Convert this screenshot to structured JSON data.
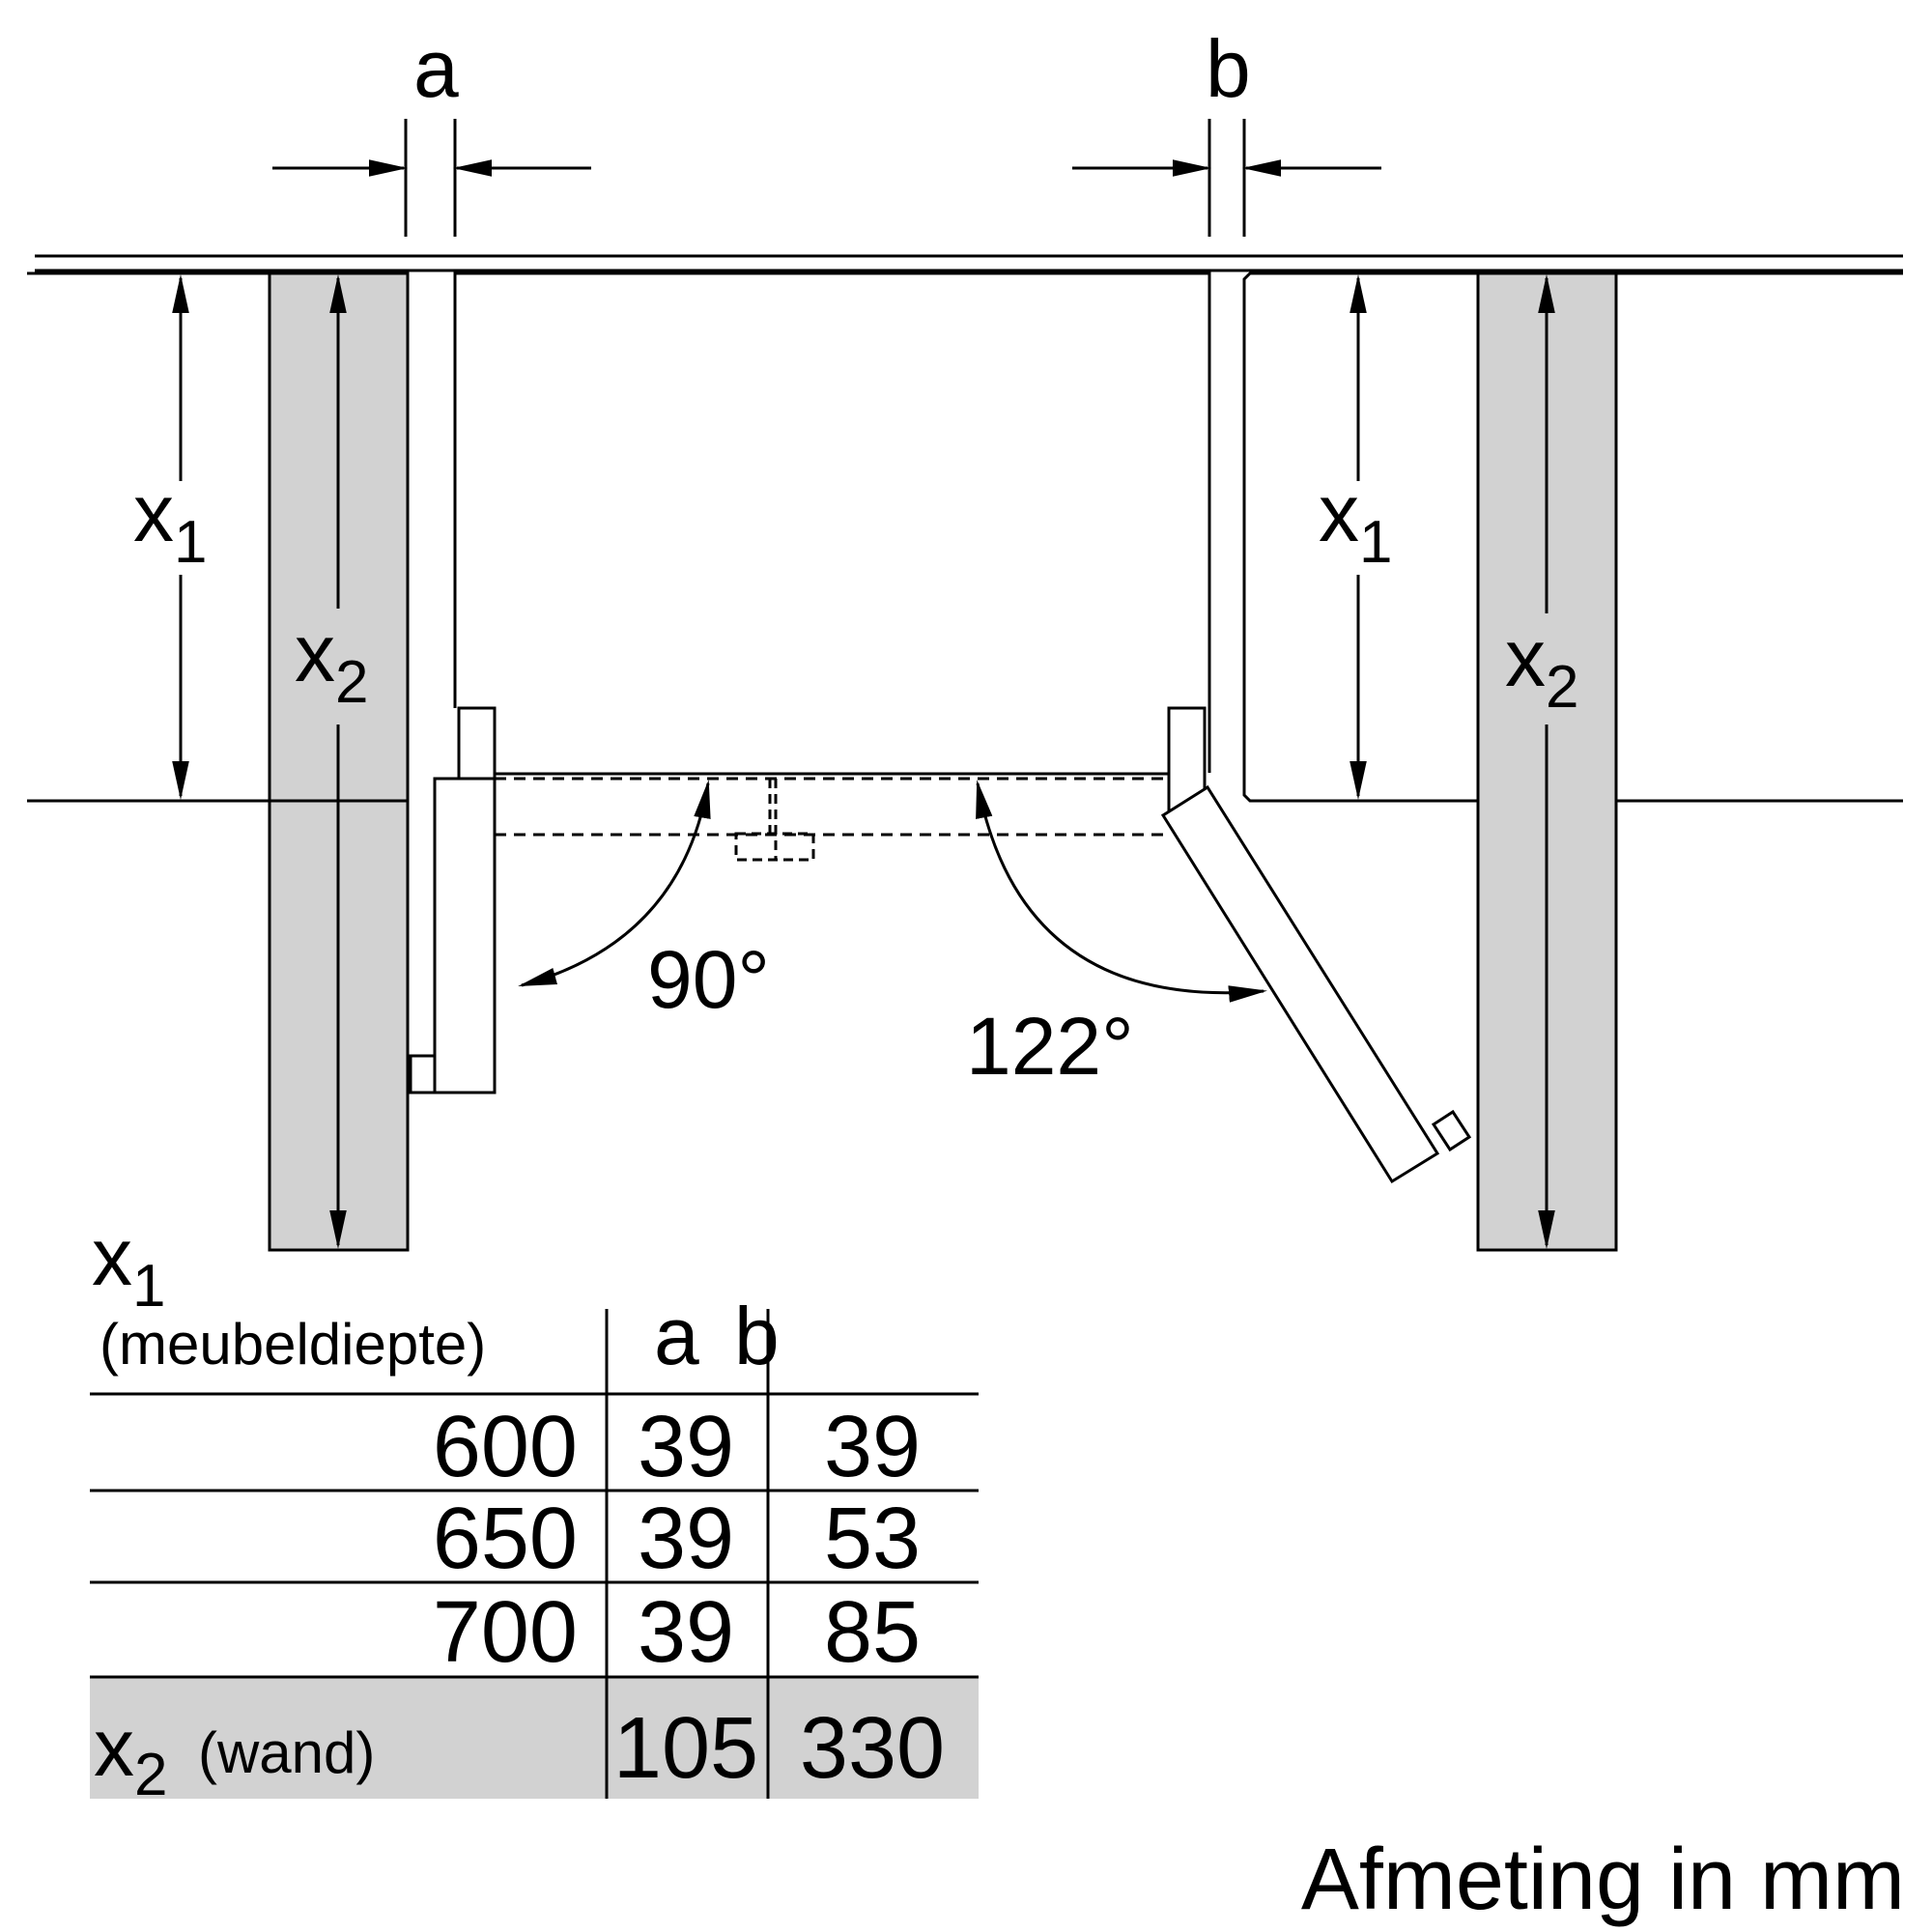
{
  "labels": {
    "gap_a": "a",
    "gap_b": "b",
    "x1_main": "x",
    "x1_sub": "1",
    "x2_main": "x",
    "x2_sub": "2",
    "angle_left": "90°",
    "angle_right": "122°",
    "units": "Afmeting in mm"
  },
  "table": {
    "header": {
      "x1_main": "x",
      "x1_sub": "1",
      "x1_note": "(meubeldiepte)",
      "col_a": "a",
      "col_b": "b"
    },
    "rows": [
      {
        "x1": "600",
        "a": "39",
        "b": "39"
      },
      {
        "x1": "650",
        "a": "39",
        "b": "53"
      },
      {
        "x1": "700",
        "a": "39",
        "b": "85"
      }
    ],
    "footer": {
      "x2_main": "x",
      "x2_sub": "2",
      "x2_note": "(wand)",
      "a": "105",
      "b": "330"
    }
  },
  "colors": {
    "wall_fill": "#d2d2d2",
    "line": "#000000",
    "footer_fill": "#d2d2d2"
  }
}
